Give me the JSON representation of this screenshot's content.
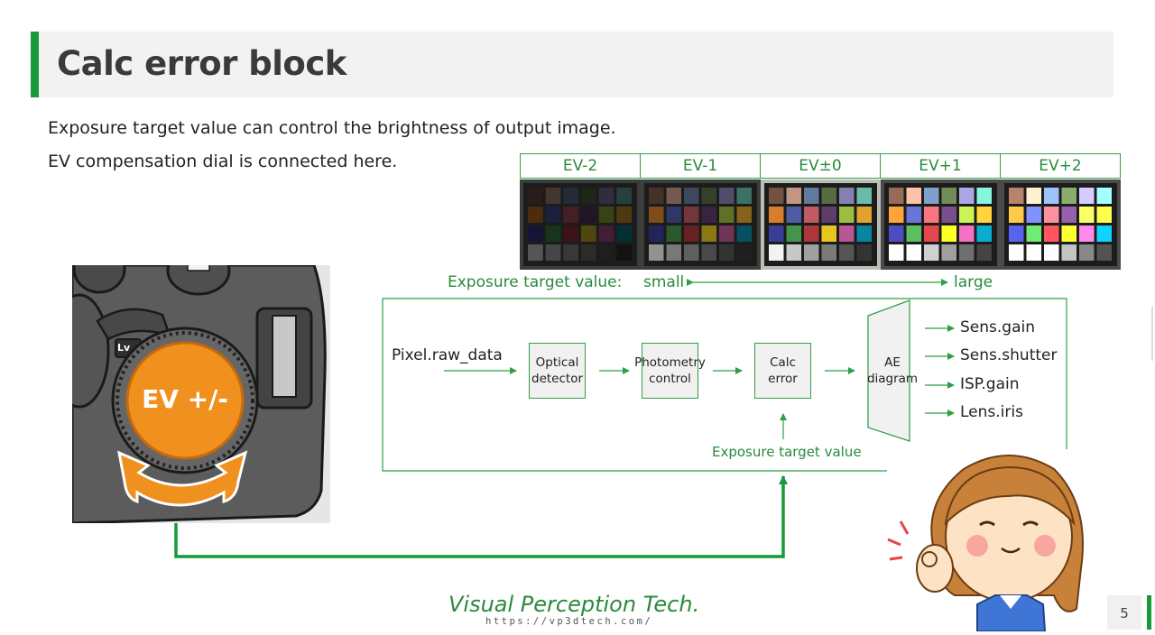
{
  "title": "Calc error block",
  "intro": {
    "line1": "Exposure target value can control the brightness of output image.",
    "line2": "EV compensation dial is connected here."
  },
  "ev_headers": [
    "EV-2",
    "EV-1",
    "EV±0",
    "EV+1",
    "EV+2"
  ],
  "exposure_scale": {
    "label": "Exposure target value:",
    "small": "small",
    "large": "large"
  },
  "flow": {
    "input": "Pixel.raw_data",
    "optical_detector": "Optical detector",
    "photometry_control": "Photometry control",
    "calc_error": "Calc error",
    "ae_diagram": "AE diagram",
    "exposure_target_value": "Exposure target value",
    "outputs": [
      "Sens.gain",
      "Sens.shutter",
      "ISP.gain",
      "Lens.iris"
    ]
  },
  "camera": {
    "dial_label": "EV +/-",
    "lv_label": "Lv"
  },
  "footer": {
    "brand": "Visual Perception Tech.",
    "url": "https://vp3dtech.com/"
  },
  "page_number": "5",
  "colors": {
    "accent": "#169a3a",
    "diagram_green": "#2f9e45",
    "dial_orange": "#f0901e",
    "camera_body": "#5c5c5c"
  }
}
